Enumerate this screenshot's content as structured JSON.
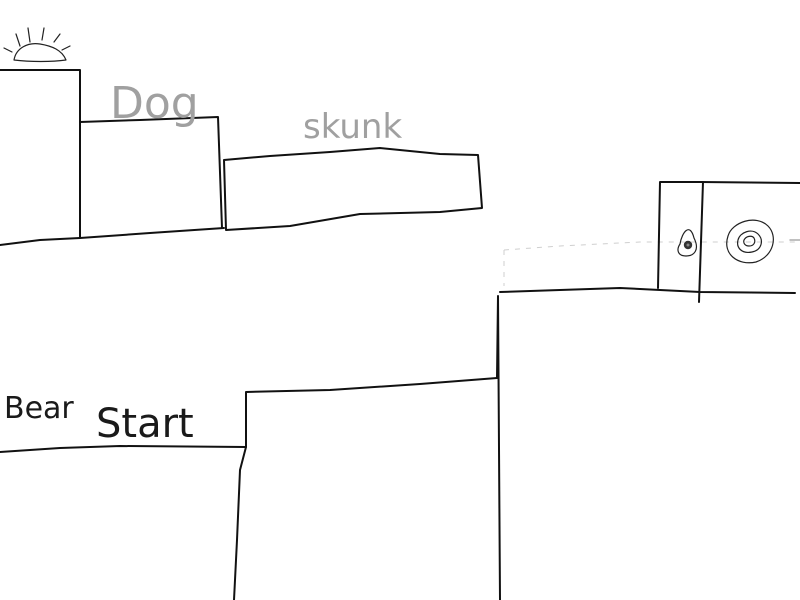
{
  "scene": {
    "labels": {
      "dog": "Dog",
      "skunk": "skunk",
      "bear": "Bear",
      "start": "Start"
    }
  },
  "colors": {
    "background": "#ffffff",
    "ink": "#111111",
    "faint_ink": "#a0a0a0"
  },
  "icons": [
    "sun-icon",
    "eye-icon",
    "bullseye-target-icon"
  ]
}
